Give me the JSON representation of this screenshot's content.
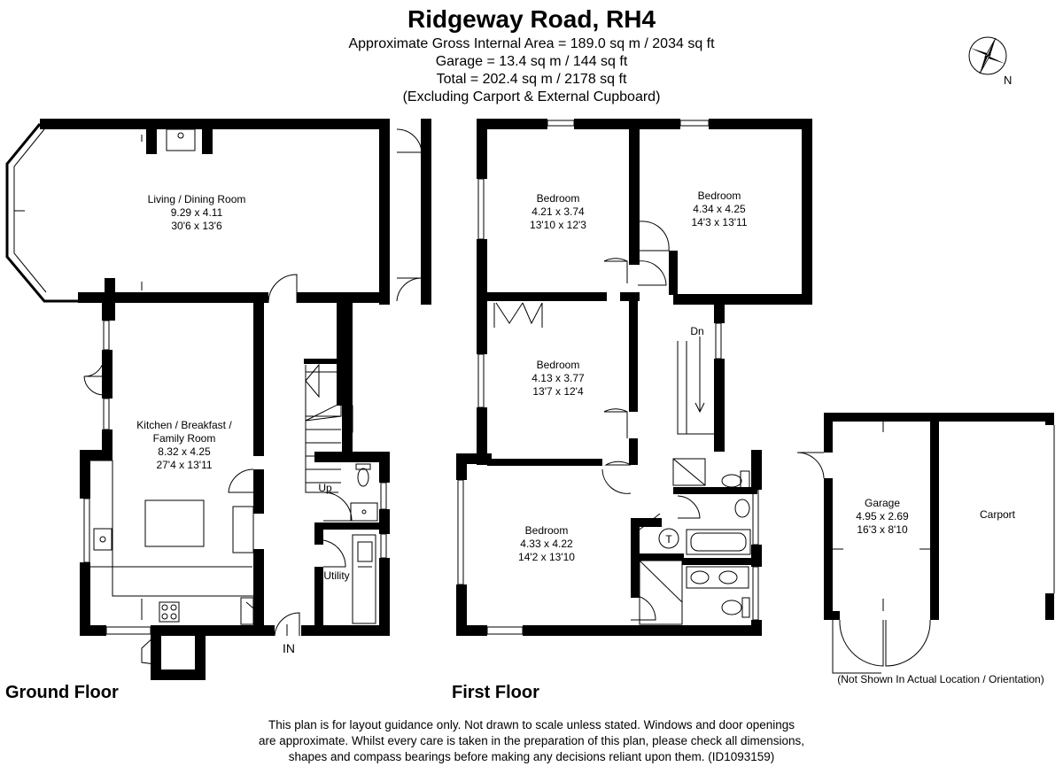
{
  "header": {
    "title": "Ridgeway Road, RH4",
    "area_lines": [
      "Approximate Gross Internal Area = 189.0 sq m / 2034 sq ft",
      "Garage = 13.4 sq m / 144 sq ft",
      "Total = 202.4 sq m / 2178 sq ft",
      "(Excluding Carport & External Cupboard)"
    ]
  },
  "compass": {
    "label": "N",
    "icon": "compass-icon"
  },
  "ground_floor": {
    "label": "Ground Floor",
    "entrance_label": "IN",
    "stairs_label": "Up",
    "rooms": {
      "living": {
        "name": "Living / Dining Room",
        "metric": "9.29 x 4.11",
        "imperial": "30'6 x 13'6"
      },
      "kitchen": {
        "name_lines": [
          "Kitchen / Breakfast /",
          "Family Room"
        ],
        "metric": "8.32 x 4.25",
        "imperial": "27'4 x 13'11"
      },
      "utility": {
        "name": "Utility"
      }
    }
  },
  "first_floor": {
    "label": "First Floor",
    "stairs_label": "Dn",
    "cylinder_label": "T",
    "rooms": {
      "bed1": {
        "name": "Bedroom",
        "metric": "4.21 x 3.74",
        "imperial": "13'10 x 12'3"
      },
      "bed2": {
        "name": "Bedroom",
        "metric": "4.34 x 4.25",
        "imperial": "14'3 x 13'11"
      },
      "bed3": {
        "name": "Bedroom",
        "metric": "4.13 x 3.77",
        "imperial": "13'7 x 12'4"
      },
      "bed4": {
        "name": "Bedroom",
        "metric": "4.33 x 4.22",
        "imperial": "14'2 x 13'10"
      }
    }
  },
  "garage": {
    "name": "Garage",
    "metric": "4.95 x 2.69",
    "imperial": "16'3 x 8'10",
    "carport": "Carport",
    "note": "(Not Shown In Actual Location / Orientation)"
  },
  "disclaimer": [
    "This plan is for layout guidance only. Not drawn to scale unless stated. Windows and door openings",
    "are approximate. Whilst every care is taken in the preparation of this plan, please check all dimensions,",
    "shapes and compass bearings before making any decisions reliant upon them. (ID1093159)"
  ]
}
